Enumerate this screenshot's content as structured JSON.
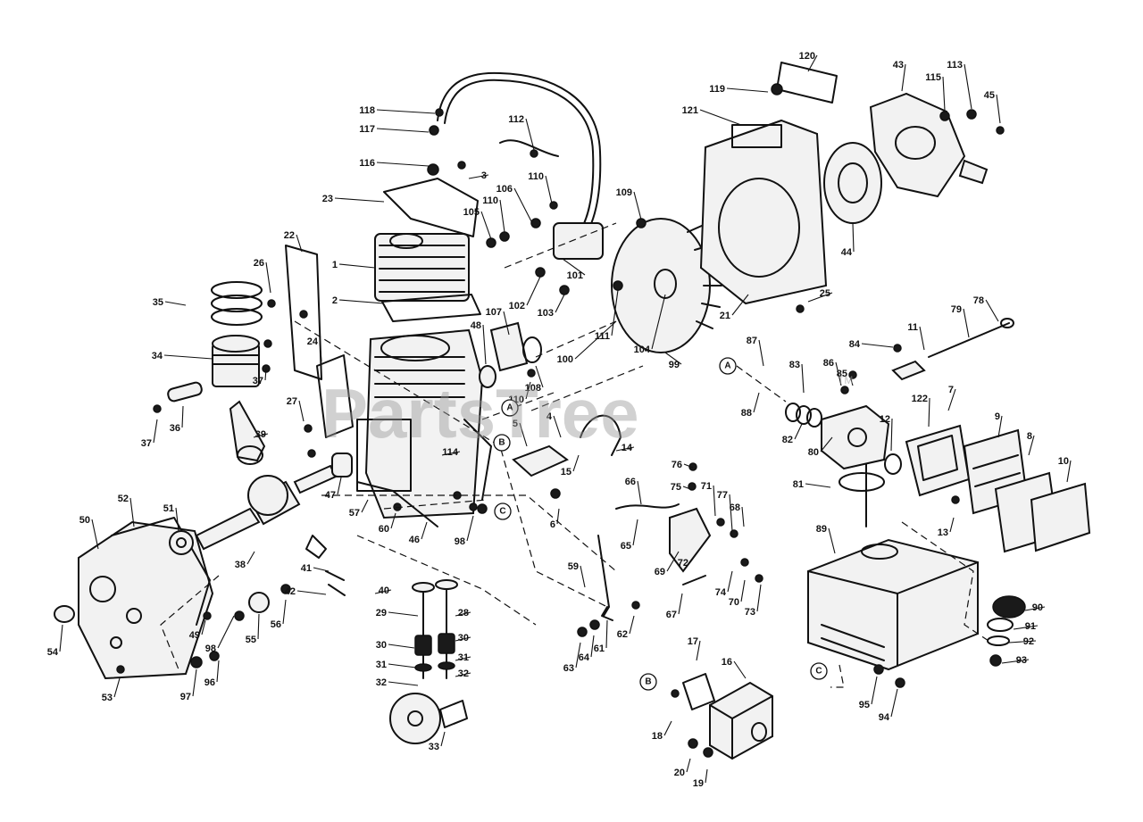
{
  "watermark": {
    "text": "PartsTree",
    "trademark": "TM"
  },
  "reference_markers": [
    "A",
    "B",
    "C"
  ],
  "callouts": [
    "1",
    "2",
    "3",
    "4",
    "5",
    "6",
    "7",
    "8",
    "9",
    "10",
    "11",
    "12",
    "13",
    "14",
    "15",
    "16",
    "17",
    "18",
    "19",
    "20",
    "21",
    "22",
    "23",
    "24",
    "25",
    "26",
    "27",
    "28",
    "29",
    "30",
    "31",
    "32",
    "33",
    "34",
    "35",
    "36",
    "37",
    "38",
    "39",
    "40",
    "41",
    "42",
    "43",
    "44",
    "45",
    "46",
    "47",
    "48",
    "49",
    "50",
    "51",
    "52",
    "53",
    "54",
    "55",
    "56",
    "57",
    "59",
    "60",
    "61",
    "62",
    "63",
    "64",
    "65",
    "66",
    "67",
    "68",
    "69",
    "70",
    "71",
    "72",
    "73",
    "74",
    "75",
    "76",
    "77",
    "78",
    "79",
    "80",
    "81",
    "82",
    "83",
    "84",
    "85",
    "86",
    "87",
    "88",
    "89",
    "90",
    "91",
    "92",
    "93",
    "94",
    "95",
    "96",
    "97",
    "98",
    "99",
    "100",
    "101",
    "102",
    "103",
    "104",
    "105",
    "106",
    "107",
    "108",
    "109",
    "110",
    "111",
    "112",
    "113",
    "114",
    "115",
    "116",
    "117",
    "118",
    "119",
    "120",
    "121",
    "122"
  ]
}
